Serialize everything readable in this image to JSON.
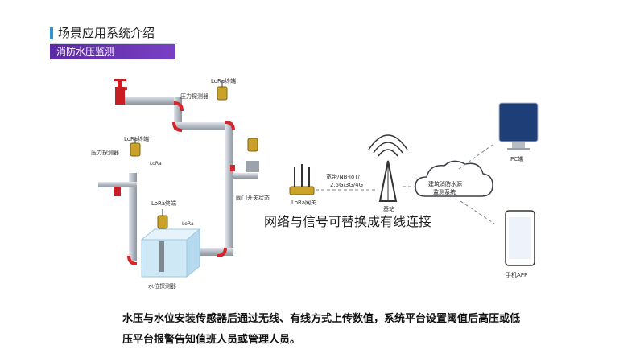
{
  "header": {
    "section_title": "场景应用系统介绍",
    "badge": "消防水压监测"
  },
  "labels": {
    "lora_terminal_top": "LoRa终端",
    "pressure_top": "压力探测器",
    "lora_terminal_left": "LoRa终端",
    "pressure_left": "压力探测器",
    "lora_tag_left": "LoRa",
    "lora_terminal_tank": "LoRa终端",
    "lora_tag_tank": "LoRa",
    "tank": "水位探测器",
    "valve": "阀门开关状态",
    "gateway": "LoRa网关",
    "link_top": "宽带/NB-IoT/",
    "link_bottom": "2.5G/3G/4G",
    "base_station": "基站",
    "cloud_line1": "建筑消防水源",
    "cloud_line2": "监测系统",
    "pc": "PC端",
    "phone": "手机APP"
  },
  "overlay_note": "网络与信号可替换成有线连接",
  "caption": {
    "line1": "水压与水位安装传感器后通过无线、有线方式上传数值，系统平台设置阈值后高压或低",
    "line2": "压平台报警告知值班人员或管理人员。"
  },
  "colors": {
    "pipe": "#b8bfc8",
    "joint": "#d7262b",
    "accent": "#2b93d6",
    "badge": "#6a33b6",
    "device": "#c9a227"
  }
}
